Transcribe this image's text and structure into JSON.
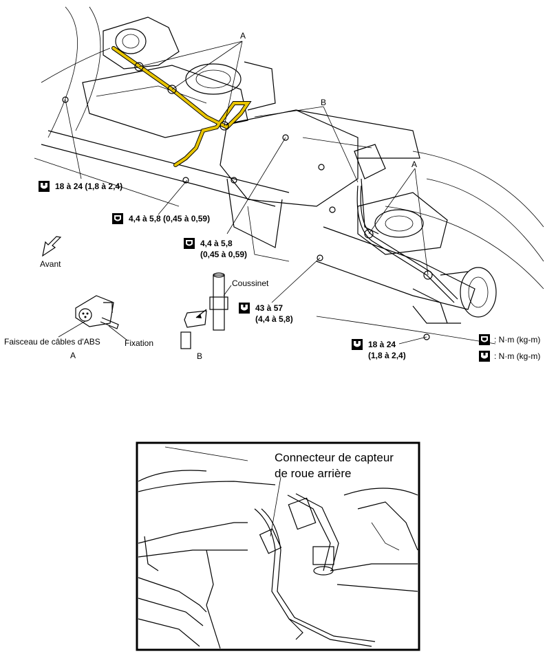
{
  "labels": {
    "A_top": "A",
    "B_top": "B",
    "A_right": "A",
    "torque_left": "18 à 24 (1,8 à 2,4)",
    "torque_mid1": "4,4 à 5,8 (0,45 à 0,59)",
    "torque_mid2_l1": "4,4 à 5,8",
    "torque_mid2_l2": "(0,45 à 0,59)",
    "coussinet": "Coussinet",
    "torque_43_l1": "43 à 57",
    "torque_43_l2": "(4,4 à 5,8)",
    "torque_right_l1": "18 à 24",
    "torque_right_l2": "(1,8 à 2,4)",
    "avant": "Avant",
    "faisceau": "Faisceau de câbles d'ABS",
    "fixation": "Fixation",
    "detail_A": "A",
    "detail_B": "B",
    "legend_1": ": N·m (kg-m)",
    "legend_2": ": N·m (kg-m)"
  },
  "inset": {
    "line1": "Connecteur de capteur",
    "line2": "de roue arrière"
  },
  "colors": {
    "harness": "#e8c400",
    "line": "#000000",
    "background": "#ffffff"
  },
  "icons": {
    "torque_filled": "torque-wrench-filled-icon",
    "torque_open": "torque-wrench-open-icon",
    "front_arrow": "front-direction-arrow-icon"
  }
}
